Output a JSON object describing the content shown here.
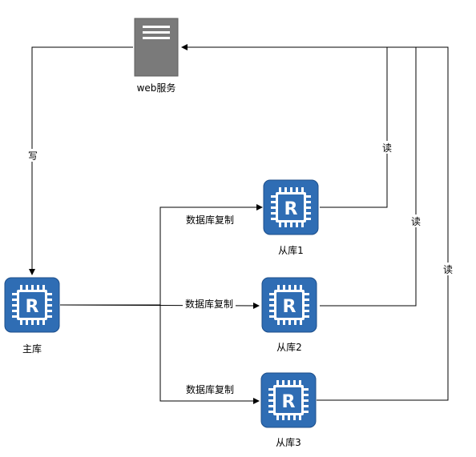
{
  "nodes": {
    "web": {
      "label": "web服务",
      "icon": "server-icon"
    },
    "master": {
      "label": "主库",
      "icon": "redis-chip-icon"
    },
    "slave1": {
      "label": "从库1",
      "icon": "redis-chip-icon"
    },
    "slave2": {
      "label": "从库2",
      "icon": "redis-chip-icon"
    },
    "slave3": {
      "label": "从库3",
      "icon": "redis-chip-icon"
    }
  },
  "edges": {
    "write": "写",
    "read1": "读",
    "read2": "读",
    "read3": "读",
    "repl1": "数据库复制",
    "repl2": "数据库复制",
    "repl3": "数据库复制"
  },
  "icon_letter": "R",
  "colors": {
    "db_blue": "#2f6db4",
    "db_border": "#1c4e8a",
    "server_gray": "#7a7a7a",
    "line": "#000000"
  }
}
